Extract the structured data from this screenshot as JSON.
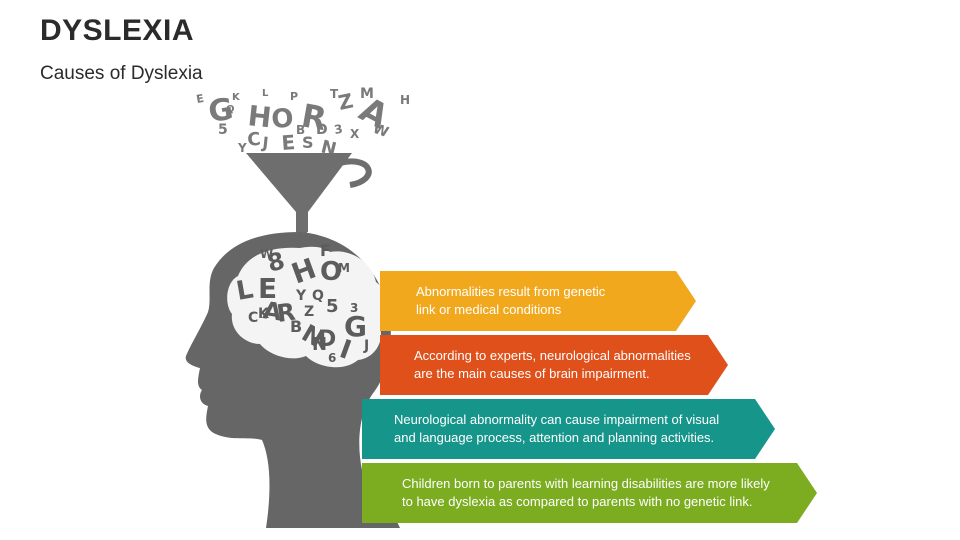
{
  "title": "DYSLEXIA",
  "subtitle": "Causes of Dyslexia",
  "colors": {
    "head": "#666666",
    "brain": "#f4f4f4",
    "funnel": "#6e6e6e",
    "orange": "#f2a81d",
    "red": "#e0501b",
    "teal": "#16958b",
    "green": "#7cad21"
  },
  "causes": [
    {
      "line1": "Abnormalities result from genetic",
      "line2": "link or medical conditions",
      "color": "#f2a81d"
    },
    {
      "line1": "According to experts, neurological abnormalities",
      "line2": "are the main causes of brain impairment.",
      "color": "#e0501b"
    },
    {
      "line1": "Neurological abnormality can cause impairment of visual",
      "line2": "and language process, attention and planning activities.",
      "color": "#16958b"
    },
    {
      "line1": "Children born to parents with learning disabilities are more likely",
      "line2": "to have dyslexia as compared to parents with no genetic link.",
      "color": "#7cad21"
    }
  ],
  "illustration": {
    "funnel_letters": [
      "E",
      "G",
      "H",
      "O",
      "R",
      "Z",
      "A",
      "H",
      "5",
      "C",
      "J",
      "E",
      "S",
      "N",
      "B",
      "T",
      "M",
      "K",
      "W",
      "3",
      "Y",
      "D",
      "Q",
      "X",
      "L",
      "P"
    ],
    "brain_letters": [
      "L",
      "E",
      "A",
      "R",
      "N",
      "I",
      "N",
      "G",
      "H",
      "O",
      "8",
      "F",
      "5",
      "K",
      "D",
      "Z",
      "Y",
      "B",
      "Q",
      "W",
      "J",
      "6",
      "C",
      "M",
      "3"
    ]
  }
}
